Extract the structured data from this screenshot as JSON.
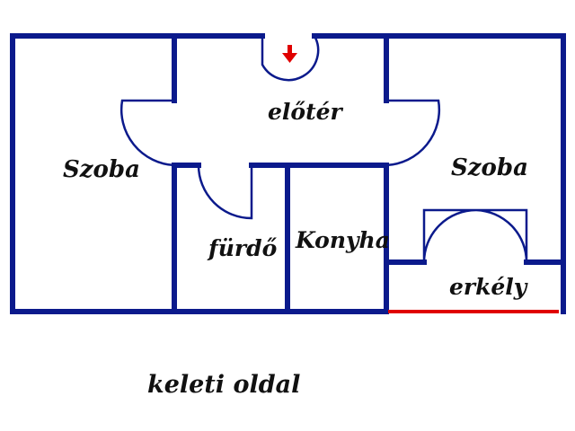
{
  "colors": {
    "wall": "#0b1a8c",
    "door": "#0b1a8c",
    "balcony_edge": "#e00000",
    "entry_arrow": "#e00000",
    "text": "#111111"
  },
  "rooms": {
    "left_room": "Szoba",
    "hall": "előtér",
    "right_room": "Szoba",
    "bathroom": "fürdő",
    "kitchen": "Konyha",
    "balcony": "erkély"
  },
  "caption": "keleti oldal"
}
